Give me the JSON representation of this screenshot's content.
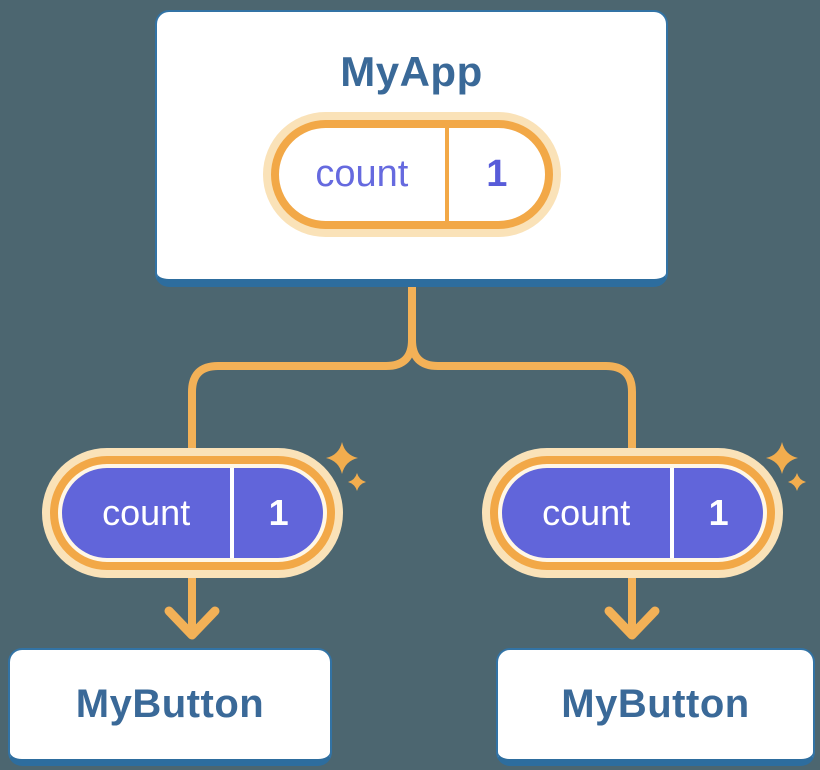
{
  "canvas": {
    "background": "#4C6670"
  },
  "diagram": {
    "root": {
      "title": "MyApp",
      "state_pill": {
        "label": "count",
        "value": "1"
      }
    },
    "children": [
      {
        "title": "MyButton",
        "pill": {
          "label": "count",
          "value": "1"
        }
      },
      {
        "title": "MyButton",
        "pill": {
          "label": "count",
          "value": "1"
        }
      }
    ],
    "icons": [
      "sparkles-icon"
    ],
    "colors": {
      "background": "#4C6670",
      "card_background": "#FFFFFF",
      "card_border": "#3273A5",
      "card_border_bottom": "#2D6D9E",
      "card_text": "#3A6998",
      "connector": "#F3B157",
      "pill_ring": "#F2A847",
      "pill_glow": "#FAE2B8",
      "pill_gap": "#FFF7E6",
      "pill_purple_fill": "#6165DA",
      "pill_label_text": "#666ADF",
      "pill_value_text": "#585CD9",
      "sparkle": "#F2AD4E"
    }
  }
}
